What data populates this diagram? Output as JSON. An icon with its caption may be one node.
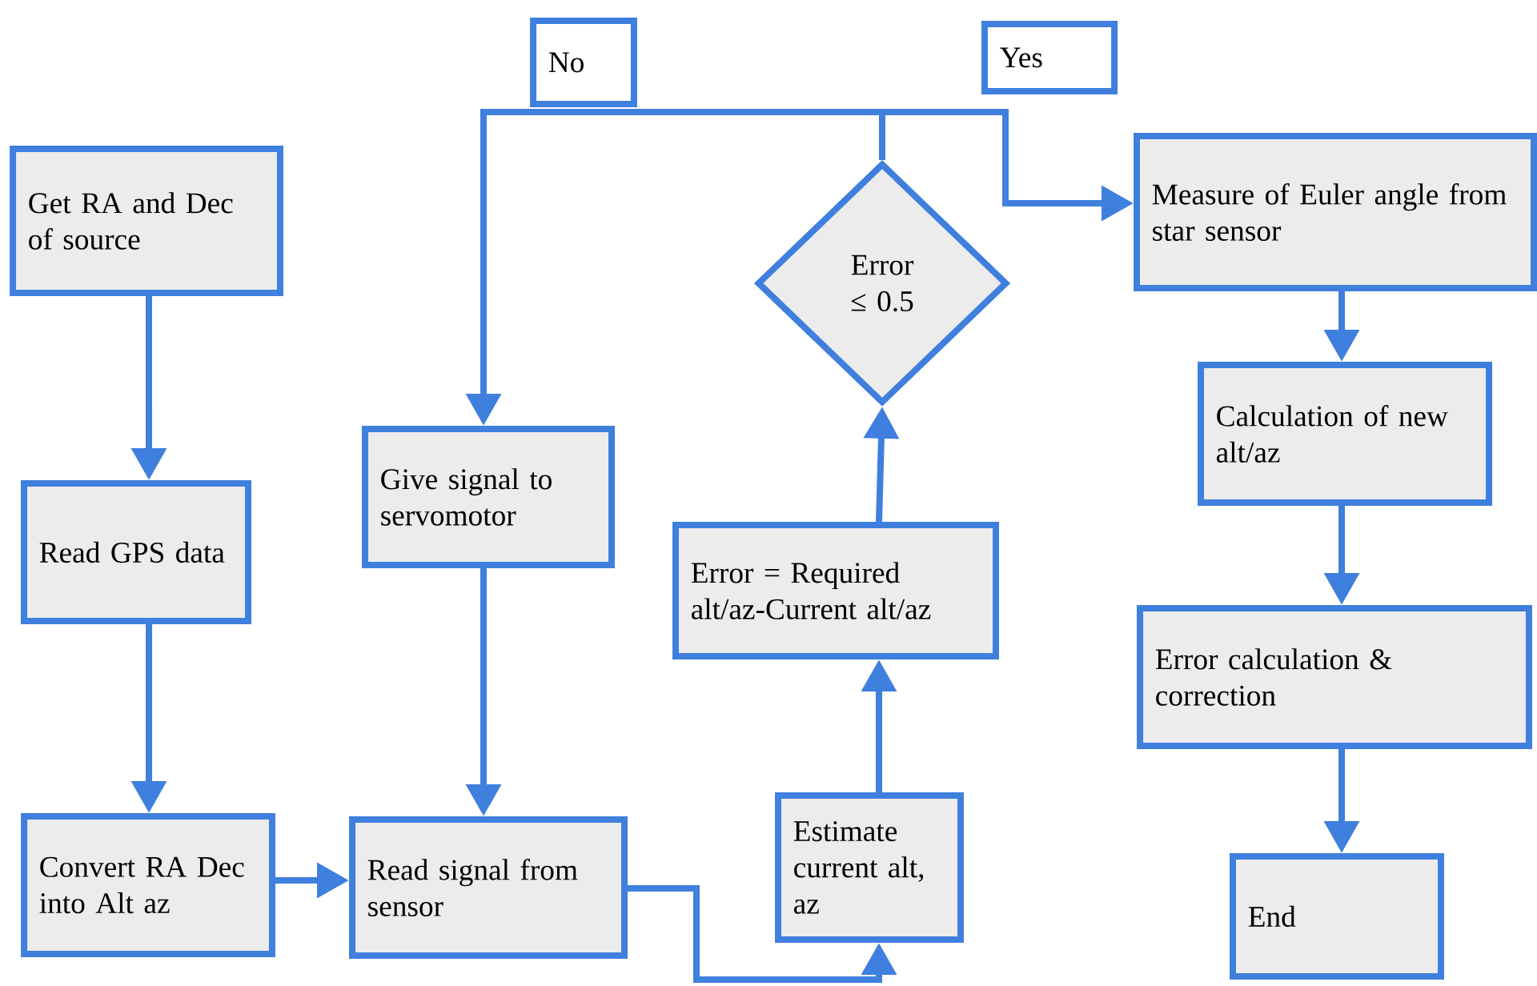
{
  "diagram": {
    "nodes": [
      {
        "text": [
          "Get RA and Dec of source"
        ]
      },
      {
        "text": [
          "Read GPS data"
        ]
      },
      {
        "text": [
          "Convert RA Dec into Alt az"
        ]
      },
      {
        "text": [
          "Give signal to servomotor"
        ]
      },
      {
        "text": [
          "Read signal from sensor"
        ]
      },
      {
        "text": [
          "Estimate current alt, az"
        ]
      },
      {
        "text": [
          "Error = Required alt/az-Current alt/az"
        ]
      },
      {
        "text": [
          "Error ≤ 0.5"
        ]
      },
      {
        "text": [
          "No"
        ]
      },
      {
        "text": [
          "Yes"
        ]
      },
      {
        "text": [
          "Measure of Euler angle from star sensor"
        ]
      },
      {
        "text": [
          "Calculation of new alt/az"
        ]
      },
      {
        "text": [
          "Error calculation & correction"
        ]
      },
      {
        "text": [
          "End"
        ]
      }
    ],
    "edges": [
      {
        "from": 0,
        "to": 1,
        "arrow": "to"
      },
      {
        "from": 1,
        "to": 2,
        "arrow": "to"
      },
      {
        "from": 2,
        "to": 4,
        "arrow": "to"
      },
      {
        "from": 3,
        "to": 4,
        "arrow": "to"
      },
      {
        "from": 4,
        "to": 5,
        "arrow": "to"
      },
      {
        "from": 5,
        "to": 6,
        "arrow": "to"
      },
      {
        "from": 6,
        "to": 7,
        "arrow": "to"
      },
      {
        "from": 7,
        "to": 3,
        "arrow": "to"
      },
      {
        "from": 7,
        "to": 10,
        "arrow": "to"
      },
      {
        "from": 10,
        "to": 11,
        "arrow": "to"
      },
      {
        "from": 11,
        "to": 12,
        "arrow": "to"
      },
      {
        "from": 12,
        "to": 13,
        "arrow": "to"
      }
    ]
  }
}
